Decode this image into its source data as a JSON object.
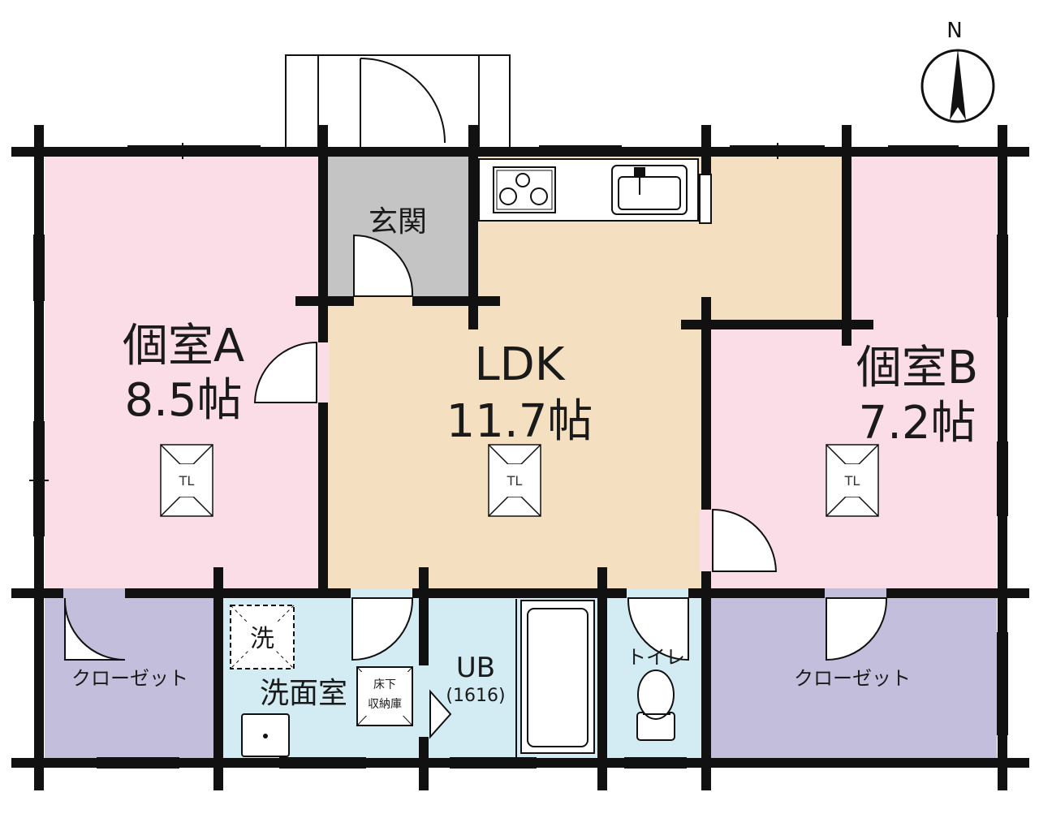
{
  "compass": {
    "north": "N"
  },
  "rooms": {
    "room_a": {
      "name": "個室A",
      "size": "8.5帖"
    },
    "ldk": {
      "name": "LDK",
      "size": "11.7帖"
    },
    "room_b": {
      "name": "個室B",
      "size": "7.2帖"
    },
    "entrance": {
      "name": "玄関"
    },
    "washroom": {
      "name": "洗面室"
    },
    "washer": {
      "name": "洗"
    },
    "underfloor": {
      "line1": "床下",
      "line2": "収納庫"
    },
    "bath": {
      "name": "UB",
      "size": "(1616)"
    },
    "toilet": {
      "name": "トイレ"
    },
    "closet_left": {
      "name": "クローゼット"
    },
    "closet_right": {
      "name": "クローゼット"
    }
  },
  "ceiling_marks": {
    "label": "TL"
  },
  "colors": {
    "room_pink": "#fbdde8",
    "ldk_tan": "#f5dfc1",
    "entrance_gray": "#c4c4c4",
    "wet_blue": "#d3ecf4",
    "closet_purple": "#c4bedd",
    "wall": "#111111"
  }
}
